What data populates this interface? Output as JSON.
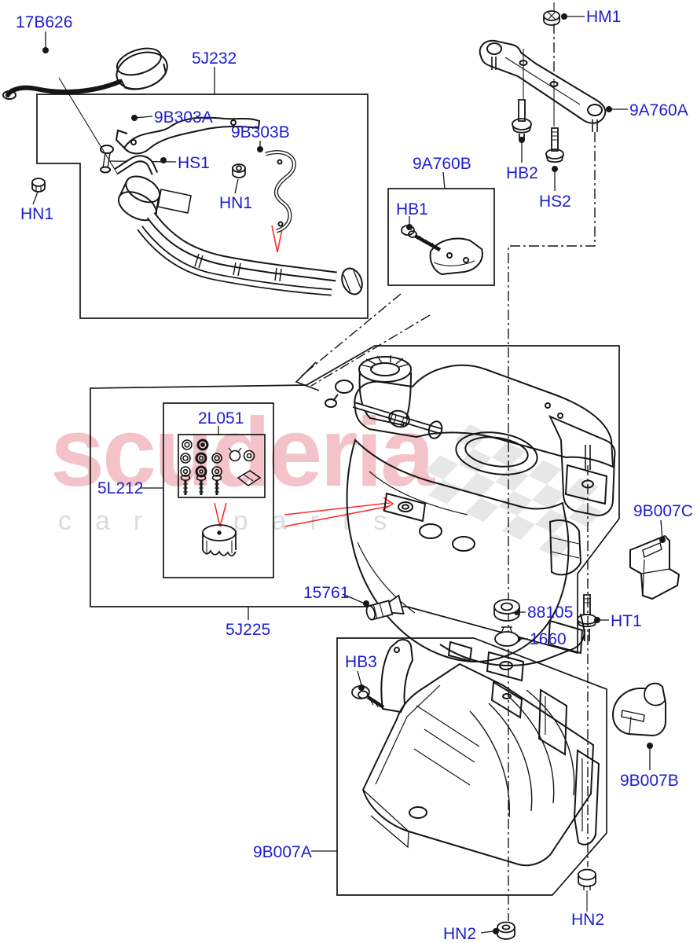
{
  "watermark": {
    "brand": "scuderia",
    "tagline": "car parts",
    "brand_color": "#f3c3c9",
    "tagline_color": "#dcdcdc",
    "checker_color": "#e7e7e7"
  },
  "colors": {
    "label_blue": "#1d1dcf",
    "line_black": "#161616",
    "arrow_red": "#ff2b2b"
  },
  "diagram": {
    "description": "Exploded parts diagram of fuel tank, filler pipe, shields and fixings",
    "part_labels": [
      {
        "text": "17B626"
      },
      {
        "text": "5J232"
      },
      {
        "text": "HM1"
      },
      {
        "text": "9A760A"
      },
      {
        "text": "9B303A"
      },
      {
        "text": "9B303B"
      },
      {
        "text": "HS1"
      },
      {
        "text": "HN1"
      },
      {
        "text": "HN1"
      },
      {
        "text": "9A760B"
      },
      {
        "text": "HB1"
      },
      {
        "text": "HB2"
      },
      {
        "text": "HS2"
      },
      {
        "text": "2L051"
      },
      {
        "text": "5L212"
      },
      {
        "text": "9B007C"
      },
      {
        "text": "15761"
      },
      {
        "text": "88105"
      },
      {
        "text": "HT1"
      },
      {
        "text": "1660"
      },
      {
        "text": "5J225"
      },
      {
        "text": "HB3"
      },
      {
        "text": "9B007B"
      },
      {
        "text": "9B007A"
      },
      {
        "text": "HN2"
      },
      {
        "text": "HN2"
      }
    ]
  }
}
